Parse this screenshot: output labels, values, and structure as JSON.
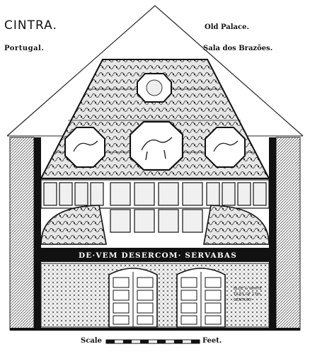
{
  "title": "CINTRA.",
  "country": "Portugal.",
  "building": "Old Palace.",
  "room": "Sala dos Brazões.",
  "frieze_motto": "DE·VEM DESERCOM· SERVABAS",
  "tiles_note": "BLUE & WHITE TILES OF 17th CENTURY",
  "scale_label": "Scale",
  "scale_unit": "Feet."
}
